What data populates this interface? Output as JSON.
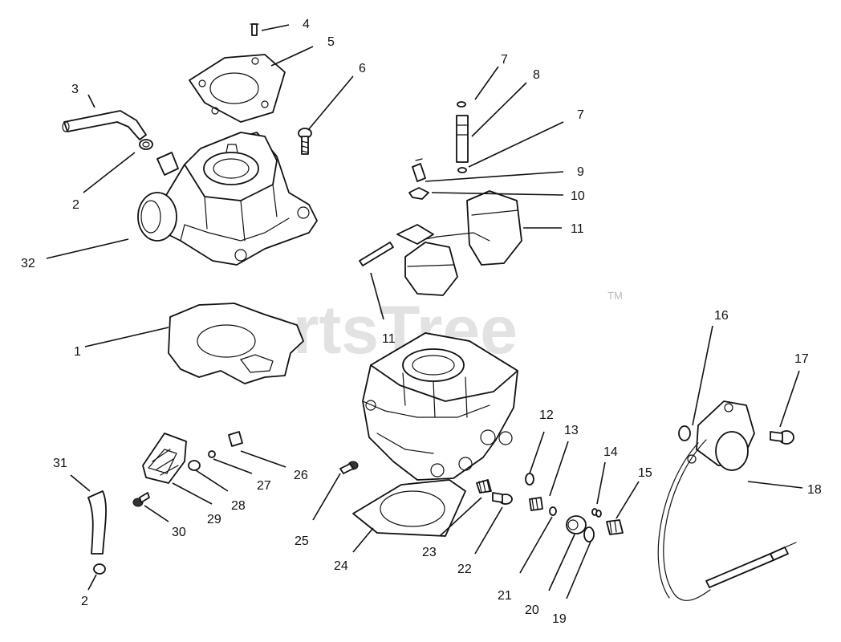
{
  "watermark": {
    "text": "PartsTree",
    "trademark": "TM"
  },
  "callouts": {
    "c1": "1",
    "c2a": "2",
    "c2b": "2",
    "c3": "3",
    "c4": "4",
    "c5": "5",
    "c6": "6",
    "c7a": "7",
    "c7b": "7",
    "c8": "8",
    "c9": "9",
    "c10": "10",
    "c11a": "11",
    "c11b": "11",
    "c12": "12",
    "c13": "13",
    "c14": "14",
    "c15": "15",
    "c16": "16",
    "c17": "17",
    "c18": "18",
    "c19": "19",
    "c20": "20",
    "c21": "21",
    "c22": "22",
    "c23": "23",
    "c24": "24",
    "c25": "25",
    "c26": "26",
    "c27": "27",
    "c28": "28",
    "c29": "29",
    "c30": "30",
    "c31": "31",
    "c32": "32"
  }
}
